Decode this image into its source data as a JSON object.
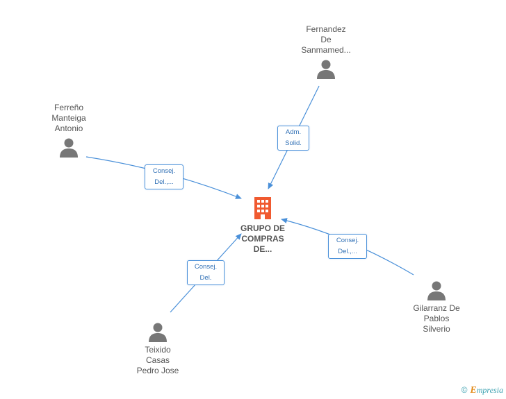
{
  "colors": {
    "edge": "#4a90d9",
    "person_icon": "#777777",
    "company_icon": "#f05a30",
    "label_text": "#555555"
  },
  "company": {
    "lines": [
      "GRUPO DE",
      "COMPRAS",
      "DE..."
    ],
    "icon": "building-icon"
  },
  "people": [
    {
      "id": "fernandez",
      "lines": [
        "Fernandez",
        "De",
        "Sanmamed..."
      ],
      "icon": "person-icon"
    },
    {
      "id": "ferreno",
      "lines": [
        "Ferreño",
        "Manteiga",
        "Antonio"
      ],
      "icon": "person-icon"
    },
    {
      "id": "gilarranz",
      "lines": [
        "Gilarranz De",
        "Pablos",
        "Silverio"
      ],
      "icon": "person-icon"
    },
    {
      "id": "teixido",
      "lines": [
        "Teixido",
        "Casas",
        "Pedro Jose"
      ],
      "icon": "person-icon"
    }
  ],
  "roles": [
    {
      "from": "fernandez",
      "lines": [
        "Adm.",
        "Solid."
      ]
    },
    {
      "from": "ferreno",
      "lines": [
        "Consej.",
        "Del.,..."
      ]
    },
    {
      "from": "gilarranz",
      "lines": [
        "Consej.",
        "Del.,..."
      ]
    },
    {
      "from": "teixido",
      "lines": [
        "Consej.",
        "Del."
      ]
    }
  ],
  "footer": {
    "copyright": "©",
    "brand_initial": "E",
    "brand_rest": "mpresia"
  }
}
